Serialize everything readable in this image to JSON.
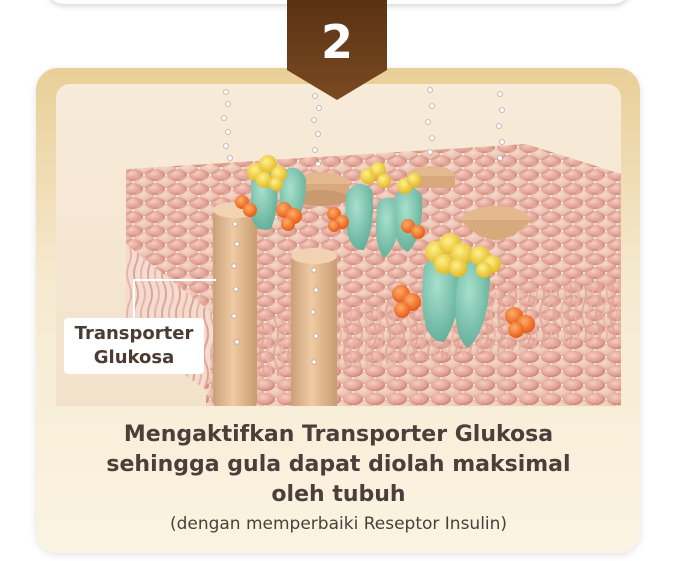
{
  "badge": {
    "number": "2"
  },
  "callout": {
    "line1": "Transporter",
    "line2": "Glukosa"
  },
  "caption": {
    "line1": "Mengaktifkan Transporter Glukosa",
    "line2": "sehingga gula dapat diolah maksimal",
    "line3": "oleh tubuh",
    "note": "(dengan memperbaiki Reseptor Insulin)"
  },
  "colors": {
    "badge_brown": "#6b3f1c",
    "card_gold": "#e9cf98",
    "membrane_pink": "#e2a397",
    "transporter_tan": "#e3b98d",
    "receptor_teal": "#7fc8b1",
    "insulin_yellow": "#f2d23a",
    "glucose_orange": "#ef6a1e",
    "text_dark": "#4a3f3a"
  }
}
